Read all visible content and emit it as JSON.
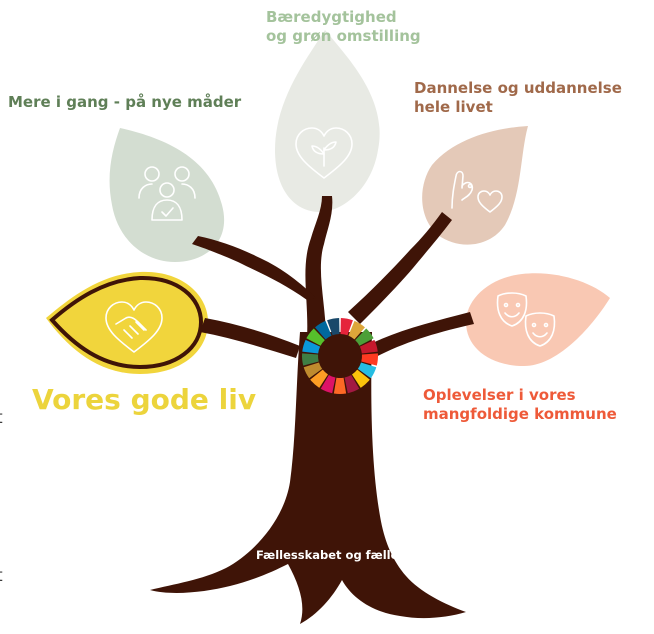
{
  "colors": {
    "trunk": "#3f1407",
    "green_leaf": "#e8eae4",
    "green_label": "#a4c39c",
    "mere_leaf": "#d3ddd1",
    "mere_label": "#5f7f57",
    "dannelse_leaf": "#e4c9b8",
    "dannelse_label": "#a0694a",
    "oplevelser_leaf": "#f9c8b3",
    "oplevelser_label": "#ee5a39",
    "vores_leaf": "#f1d53c",
    "vores_label": "#ecd43c",
    "icon_stroke": "#ffffff"
  },
  "labels": {
    "green": [
      "Bæredygtighed",
      "og grøn omstilling"
    ],
    "mere": "Mere i gang - på nye måder",
    "dannelse": [
      "Dannelse og uddannelse",
      "hele livet"
    ],
    "oplevelser": [
      "Oplevelser i vores",
      "mangfoldige kommune"
    ],
    "vores": "Vores gode liv",
    "base": "Fællesskabet og fællesskaber"
  },
  "icons": {
    "green": "heart-sprout-icon",
    "mere": "people-check-icon",
    "dannelse": "hand-heart-icon",
    "oplevelser": "theater-masks-icon",
    "vores": "heart-handshake-icon",
    "center": "sdg-wheel-icon"
  },
  "sdg_colors": [
    "#e5243b",
    "#dda63a",
    "#4c9f38",
    "#c5192d",
    "#ff3a21",
    "#26bde2",
    "#fcc30b",
    "#a21942",
    "#fd6925",
    "#dd1367",
    "#fd9d24",
    "#bf8b2e",
    "#3f7e44",
    "#0a97d9",
    "#56c02b",
    "#00689d",
    "#19486a"
  ],
  "edge_text": [
    "t",
    ".",
    "t"
  ]
}
